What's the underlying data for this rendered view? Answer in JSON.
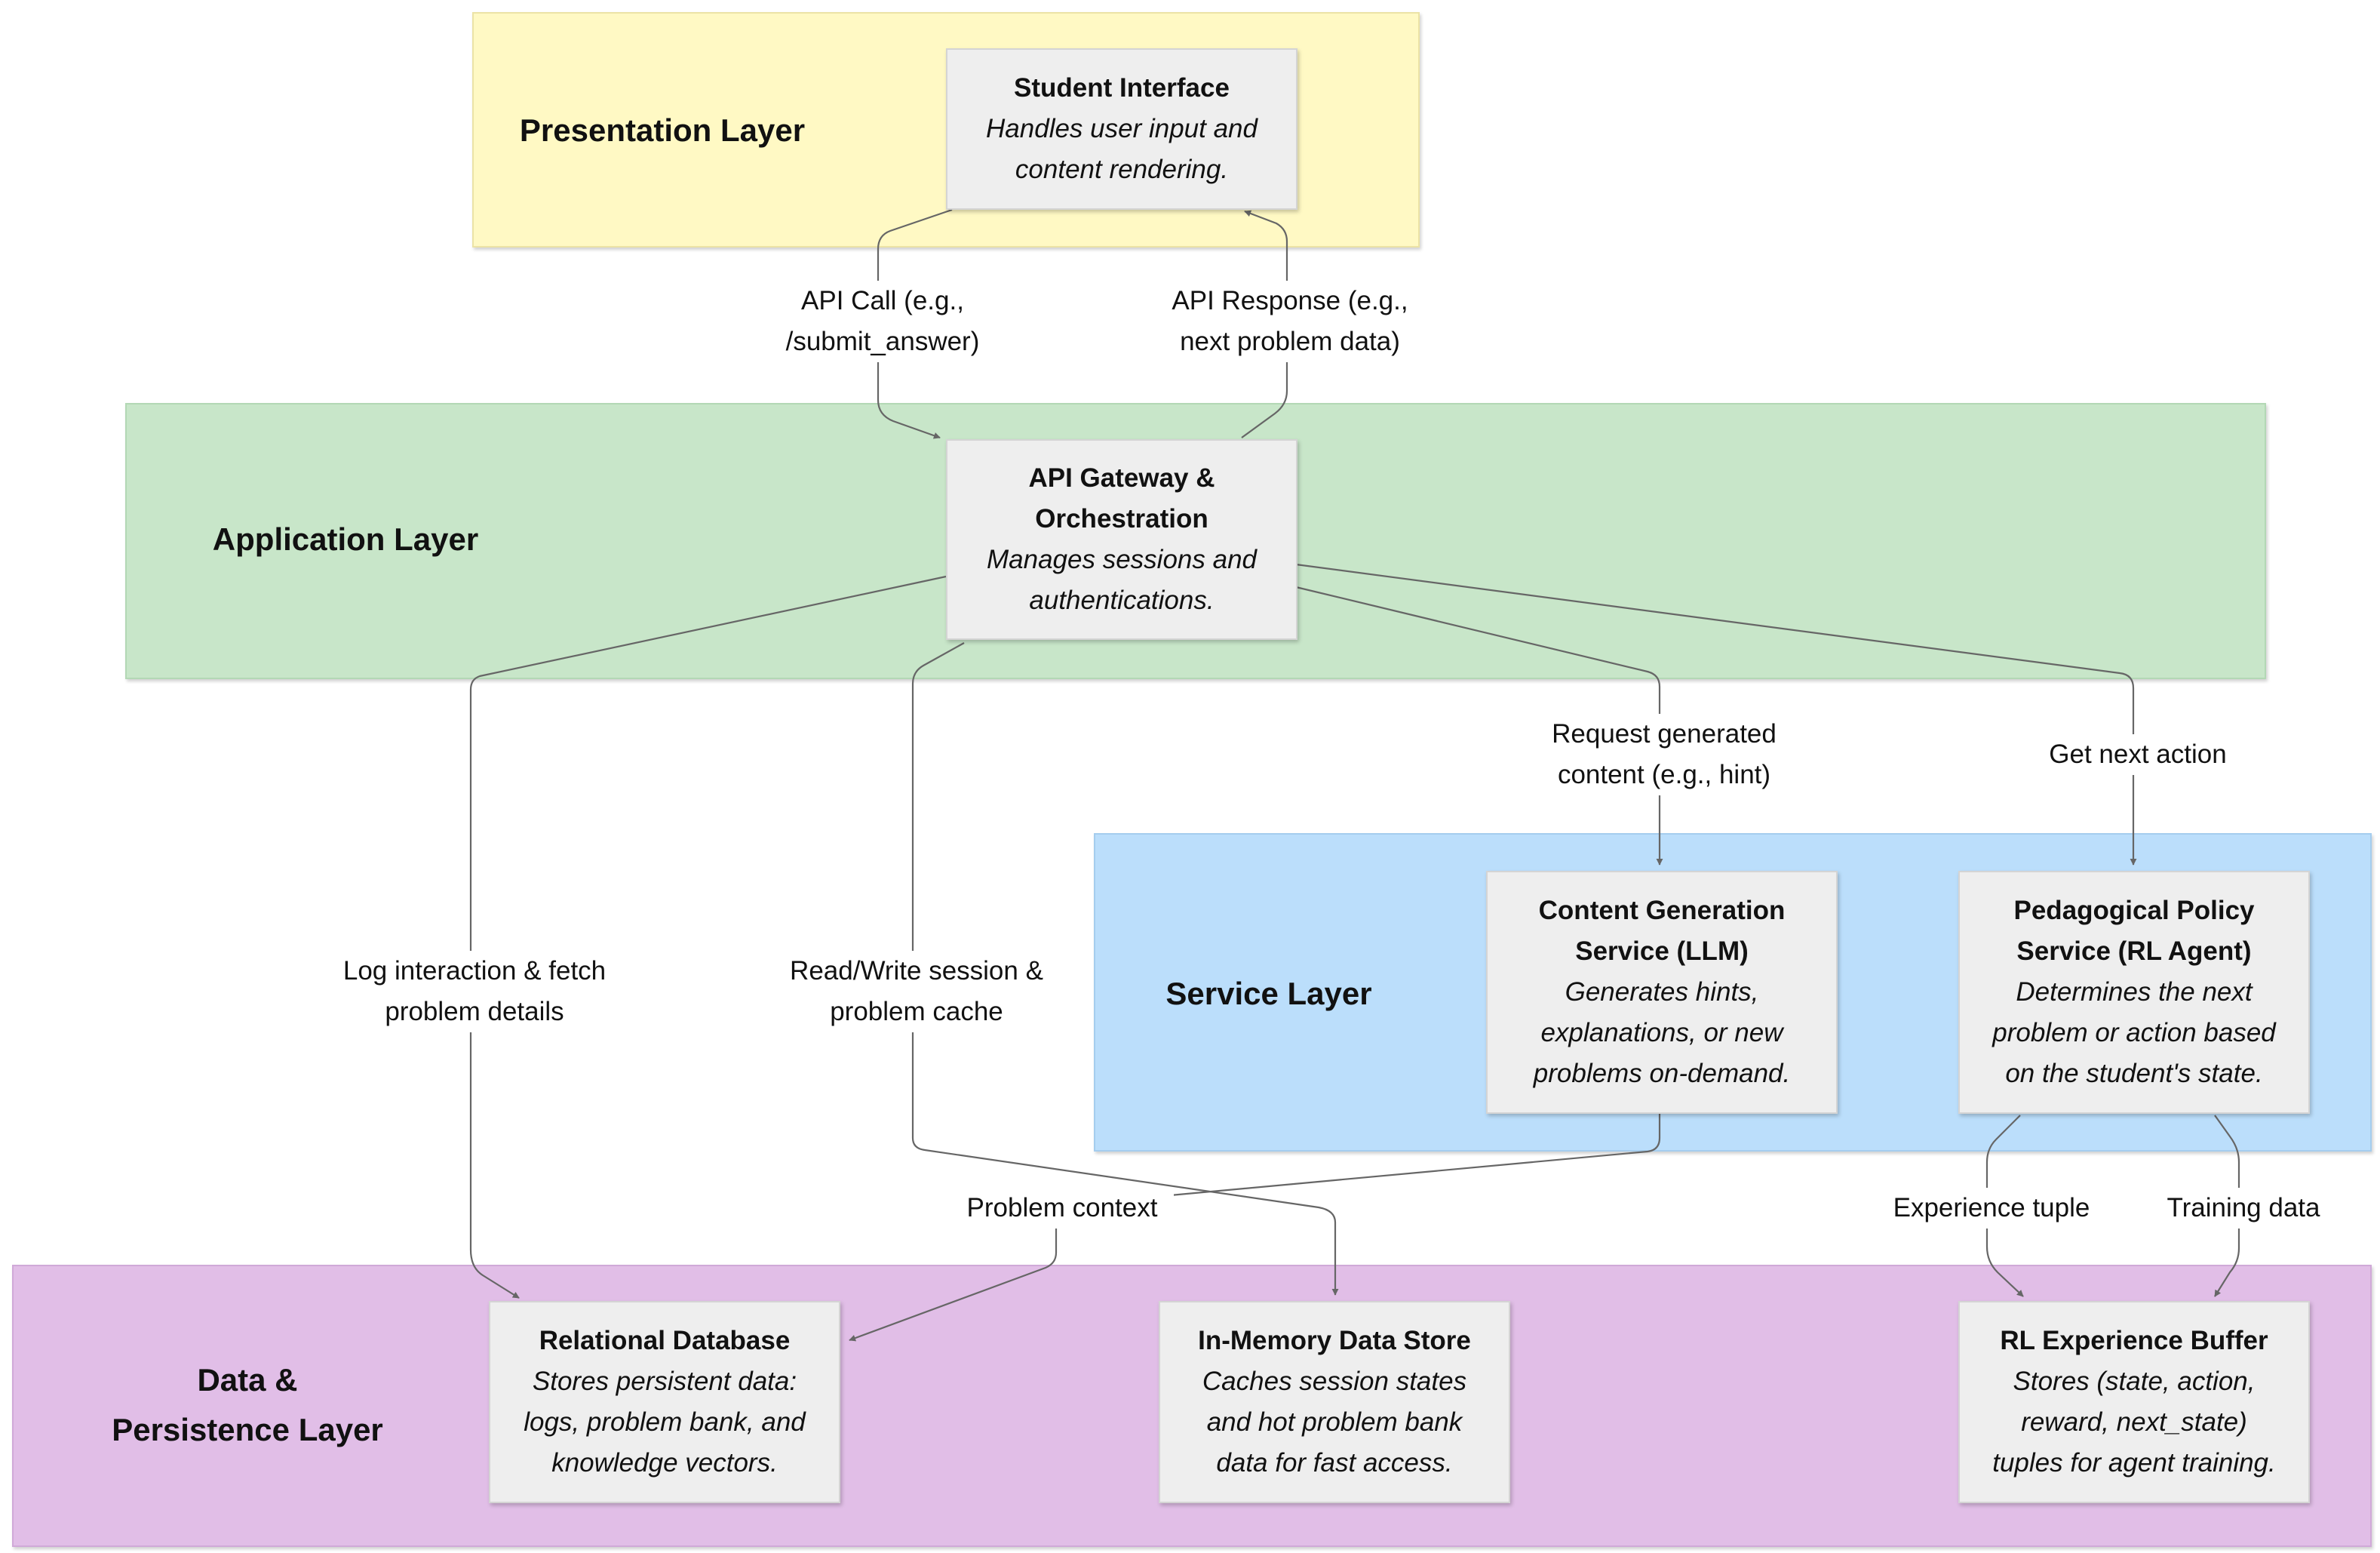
{
  "colors": {
    "presentation": "#fff9c4",
    "application": "#c8e6c9",
    "service": "#bbdefb",
    "data": "#e1bee7",
    "node": "#eeeeee",
    "edge": "#666666"
  },
  "layers": {
    "presentation": "Presentation Layer",
    "application": "Application Layer",
    "service": "Service Layer",
    "data_line1": "Data &",
    "data_line2": "Persistence Layer"
  },
  "nodes": {
    "student_interface": {
      "title": "Student Interface",
      "desc1": "Handles user input and",
      "desc2": "content rendering."
    },
    "api_gateway": {
      "title1": "API Gateway &",
      "title2": "Orchestration",
      "desc1": "Manages sessions and",
      "desc2": "authentications."
    },
    "content_gen": {
      "title1": "Content Generation",
      "title2": "Service (LLM)",
      "desc1": "Generates hints,",
      "desc2": "explanations, or new",
      "desc3": "problems on-demand."
    },
    "policy": {
      "title1": "Pedagogical Policy",
      "title2": "Service (RL Agent)",
      "desc1": "Determines the next",
      "desc2": "problem or action based",
      "desc3": "on the student's state."
    },
    "relational_db": {
      "title": "Relational Database",
      "desc1": "Stores persistent data:",
      "desc2": "logs, problem bank, and",
      "desc3": "knowledge vectors."
    },
    "in_memory": {
      "title": "In-Memory Data Store",
      "desc1": "Caches session states",
      "desc2": "and hot problem bank",
      "desc3": "data for fast access."
    },
    "rl_buffer": {
      "title": "RL Experience Buffer",
      "desc1": "Stores (state, action,",
      "desc2": "reward, next_state)",
      "desc3": "tuples for agent training."
    }
  },
  "edges": {
    "api_call": {
      "line1": "API Call (e.g.,",
      "line2": "/submit_answer)"
    },
    "api_response": {
      "line1": "API Response (e.g.,",
      "line2": "next problem data)"
    },
    "request_content": {
      "line1": "Request generated",
      "line2": "content (e.g., hint)"
    },
    "get_next_action": "Get next action",
    "log_interaction": {
      "line1": "Log interaction & fetch",
      "line2": "problem details"
    },
    "read_write": {
      "line1": "Read/Write session &",
      "line2": "problem cache"
    },
    "problem_context": "Problem context",
    "experience_tuple": "Experience tuple",
    "training_data": "Training data"
  }
}
